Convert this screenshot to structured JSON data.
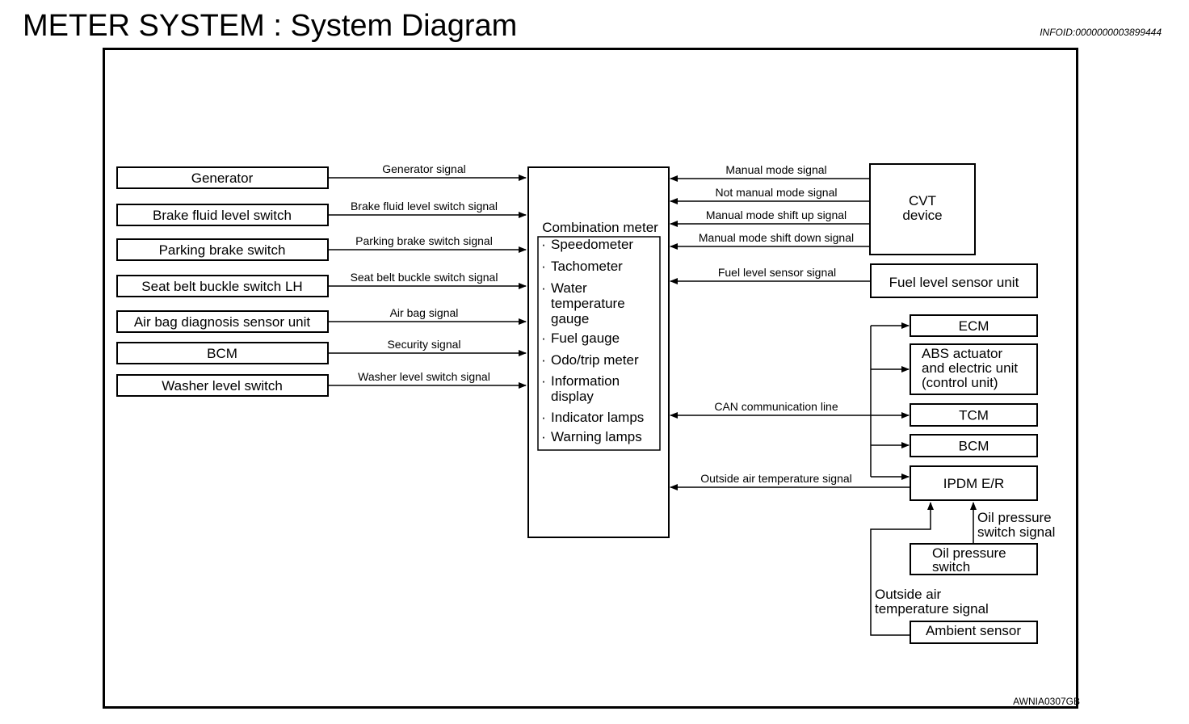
{
  "page": {
    "title": "METER SYSTEM : System Diagram",
    "info_id": "INFOID:0000000003899444",
    "figure_code": "AWNIA0307GB"
  },
  "inputs": [
    {
      "label": "Generator",
      "signal": "Generator signal"
    },
    {
      "label": "Brake fluid level switch",
      "signal": "Brake fluid level switch signal"
    },
    {
      "label": "Parking brake switch",
      "signal": "Parking brake switch signal"
    },
    {
      "label": "Seat belt buckle switch LH",
      "signal": "Seat belt buckle switch signal"
    },
    {
      "label": "Air bag diagnosis sensor unit",
      "signal": "Air bag signal"
    },
    {
      "label": "BCM",
      "signal": "Security signal"
    },
    {
      "label": "Washer level switch",
      "signal": "Washer level switch signal"
    }
  ],
  "combination_meter": {
    "title": "Combination meter",
    "items": [
      "Speedometer",
      "Tachometer",
      [
        "Water",
        "temperature",
        "gauge"
      ],
      "Fuel gauge",
      "Odo/trip meter",
      [
        "Information",
        "display"
      ],
      "Indicator lamps",
      "Warning lamps"
    ]
  },
  "cvt": {
    "label_lines": [
      "CVT",
      "device"
    ],
    "signals": [
      "Manual mode signal",
      "Not manual mode signal",
      "Manual mode shift up signal",
      "Manual mode shift down signal"
    ]
  },
  "fuel_unit": {
    "label": "Fuel level sensor unit",
    "signal": "Fuel level sensor signal"
  },
  "can": {
    "signal": "CAN communication line",
    "units": [
      {
        "lines": [
          "ECM"
        ]
      },
      {
        "lines": [
          "ABS actuator",
          "and electric unit",
          "(control unit)"
        ]
      },
      {
        "lines": [
          "TCM"
        ]
      },
      {
        "lines": [
          "BCM"
        ]
      },
      {
        "lines": [
          "IPDM E/R"
        ]
      }
    ]
  },
  "outside_air_signal": "Outside air temperature signal",
  "oil_pressure_switch": {
    "lines": [
      "Oil pressure",
      "switch"
    ],
    "signal_lines": [
      "Oil pressure",
      "switch signal"
    ]
  },
  "ambient_sensor": {
    "label": "Ambient sensor",
    "signal_lines": [
      "Outside air",
      "temperature signal"
    ]
  }
}
